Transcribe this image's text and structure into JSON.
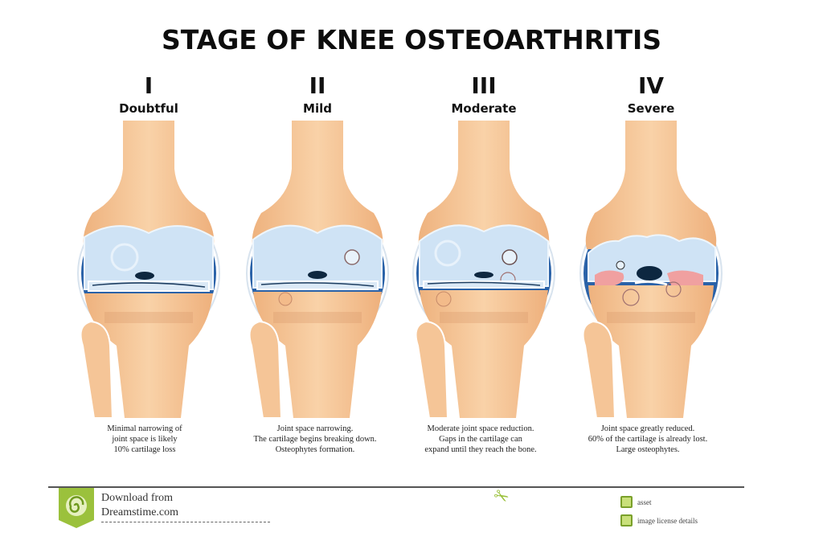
{
  "title": "STAGE OF KNEE OSTEOARTHRITIS",
  "stages": [
    {
      "numeral": "I",
      "severity": "Doubtful",
      "caption": [
        "Minimal narrowing of",
        "joint space is likely",
        "10% cartilage loss"
      ]
    },
    {
      "numeral": "II",
      "severity": "Mild",
      "caption": [
        "Joint space narrowing.",
        "The cartilage begins breaking down.",
        "Osteophytes formation."
      ]
    },
    {
      "numeral": "III",
      "severity": "Moderate",
      "caption": [
        "Moderate joint space reduction.",
        "Gaps in the cartilage can",
        "expand until they reach the bone."
      ]
    },
    {
      "numeral": "IV",
      "severity": "Severe",
      "caption": [
        "Joint space greatly reduced.",
        "60% of the cartilage is already lost.",
        "Large osteophytes."
      ]
    }
  ],
  "watermark": {
    "line1": "Download from",
    "line2": "Dreamstime.com",
    "legend": [
      "asset",
      "image license details"
    ]
  },
  "colors": {
    "bone": "#f6c597",
    "bone_shadow": "#e8a877",
    "cartilage": "#cfe3f5",
    "capsule": "#2a62a8",
    "inflamed": "#f0a0a0",
    "brand_green": "#9bc13c"
  }
}
